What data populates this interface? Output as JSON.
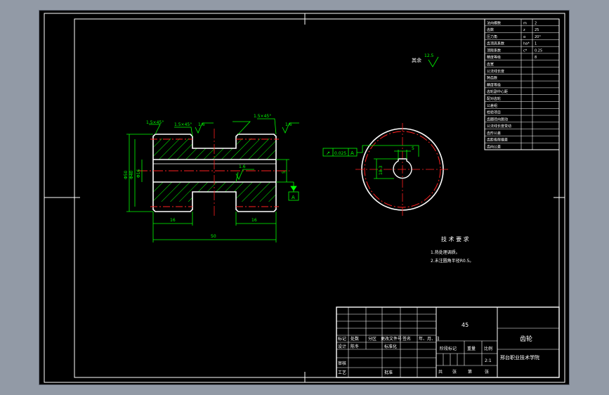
{
  "colors": {
    "background": "#000000",
    "frame": "#ffffff",
    "dimension": "#00ff00",
    "centerline": "#ff2020",
    "hatch": "#00ff00",
    "text_white": "#ffffff",
    "marker": "#ffff00"
  },
  "roughness": {
    "label": "其余",
    "value": "12.5"
  },
  "front_view": {
    "chamfer_1": "1.5×45°",
    "chamfer_2": "1.5×45°",
    "chamfer_3": "1.5×45°",
    "roughness_a": "1.6",
    "roughness_b": "1.6",
    "roughness_c": "1.6",
    "dim_left": "16",
    "dim_right": "16",
    "dim_total": "50",
    "dia_outer": "Φ50",
    "dia_mid": "Φ40",
    "dia_bore": "Φ16",
    "dim_right_side": "5",
    "datum": "A"
  },
  "side_view": {
    "tolerance_symbol": "↗",
    "tolerance_value": "0.025",
    "datum": "A",
    "keyway_width": "5",
    "keyway_depth": "18.3"
  },
  "tech": {
    "title": "技 术 要 求",
    "line1": "1.热处理调质。",
    "line2": "2.未注圆角半径R0.5。"
  },
  "param_table": {
    "rows": [
      [
        "法向模数",
        "m",
        "2"
      ],
      [
        "齿数",
        "z",
        "25"
      ],
      [
        "压力角",
        "α",
        "20°"
      ],
      [
        "齿顶高系数",
        "ha*",
        "1"
      ],
      [
        "顶隙系数",
        "c*",
        "0.25"
      ],
      [
        "精度等级",
        "",
        "8"
      ],
      [
        "齿宽",
        "",
        ""
      ],
      [
        "公法线长度",
        "",
        ""
      ],
      [
        "跨齿数",
        "",
        ""
      ],
      [
        "精度等级",
        "",
        ""
      ],
      [
        "齿轮副中心距",
        "",
        ""
      ],
      [
        "配对齿轮",
        "",
        ""
      ],
      [
        "公差组",
        "",
        ""
      ],
      [
        "检验项目",
        "",
        ""
      ],
      [
        "齿圈径向跳动",
        "",
        ""
      ],
      [
        "公法线长度变动",
        "",
        ""
      ],
      [
        "齿形公差",
        "",
        ""
      ],
      [
        "齿距极限偏差",
        "",
        ""
      ],
      [
        "齿向公差",
        "",
        ""
      ]
    ]
  },
  "title_block": {
    "material": "45",
    "part_name": "齿轮",
    "company": "邢台职业技术学院",
    "label_mark": "标记",
    "label_count": "处数",
    "label_zone": "分区",
    "label_docno": "更改文件号",
    "label_sign": "签名",
    "label_date": "年、月、日",
    "label_design": "设计",
    "label_designer": "陈冬",
    "label_std": "标准化",
    "label_phase": "阶段标记",
    "label_weight": "重量",
    "label_scale": "比例",
    "scale_value": "2:1",
    "label_review": "审核",
    "label_process": "工艺",
    "label_approve": "批准",
    "label_total": "共",
    "label_sheet": "张",
    "label_page": "第",
    "label_page2": "张"
  }
}
